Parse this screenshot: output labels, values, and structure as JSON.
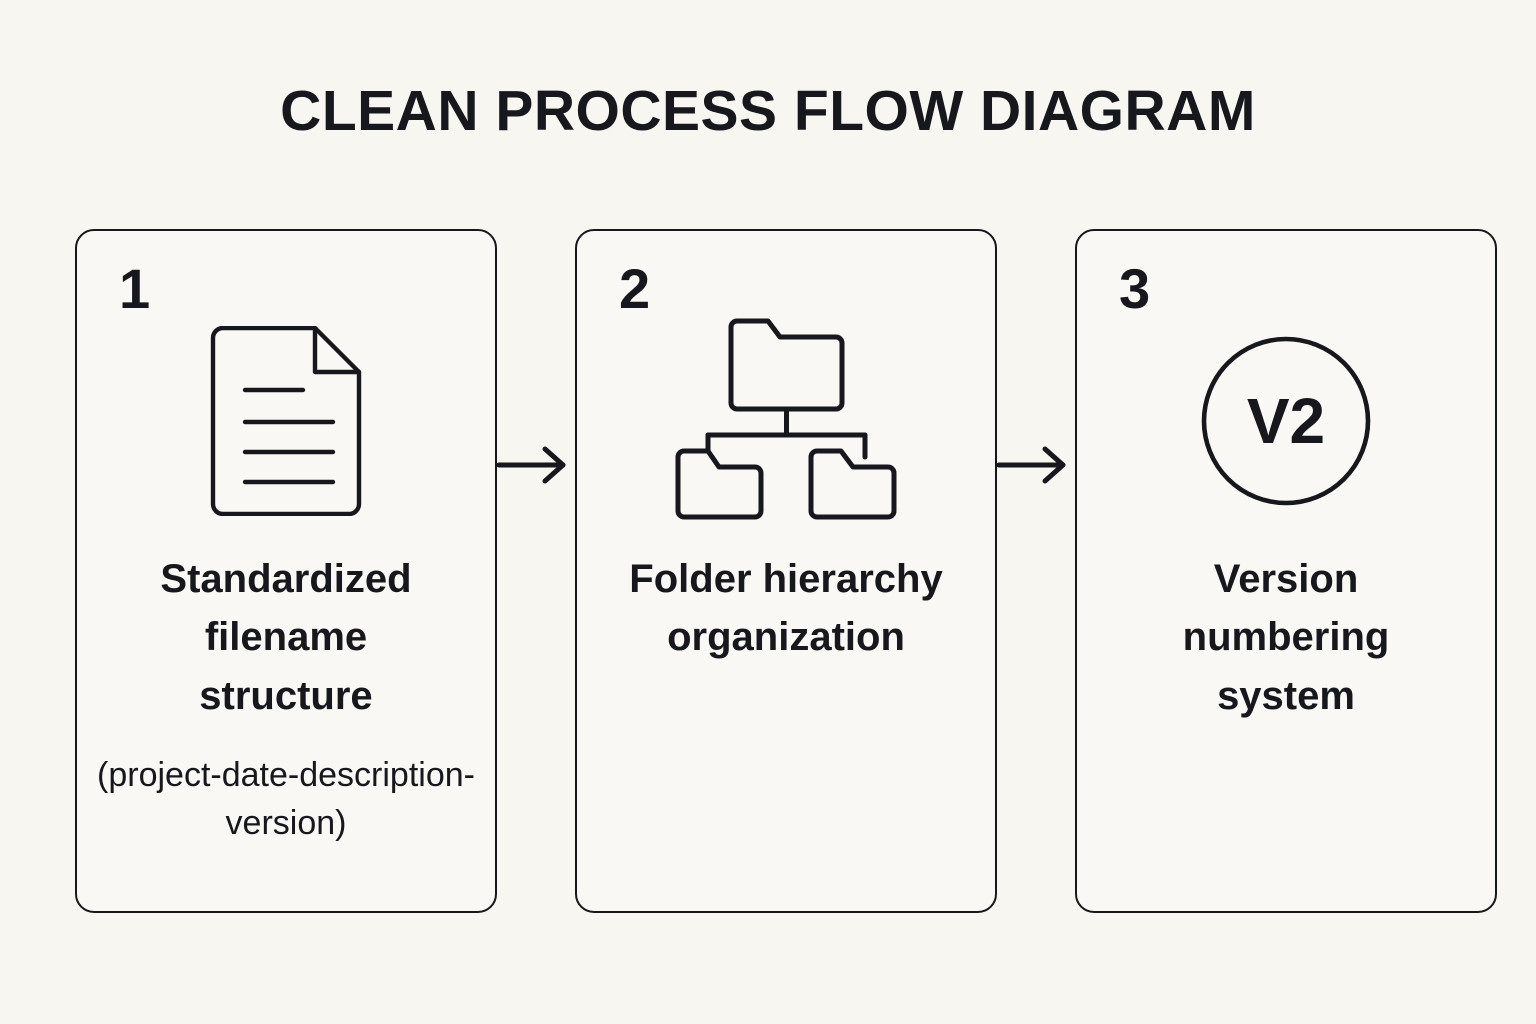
{
  "page": {
    "title": "CLEAN PROCESS FLOW DIAGRAM",
    "background_color": "#f7f6f1",
    "ink_color": "#17181d"
  },
  "steps": [
    {
      "number": "1",
      "icon": "document-icon",
      "title": "Standardized filename structure",
      "subtitle": "(project-date-description-version)"
    },
    {
      "number": "2",
      "icon": "folder-hierarchy-icon",
      "title": "Folder hierarchy organization",
      "subtitle": ""
    },
    {
      "number": "3",
      "icon": "version-badge-icon",
      "title": "Version numbering system",
      "subtitle": "",
      "badge_label": "V2"
    }
  ],
  "connectors": [
    {
      "icon": "arrow-right-icon",
      "from": "1",
      "to": "2"
    },
    {
      "icon": "arrow-right-icon",
      "from": "2",
      "to": "3"
    }
  ]
}
